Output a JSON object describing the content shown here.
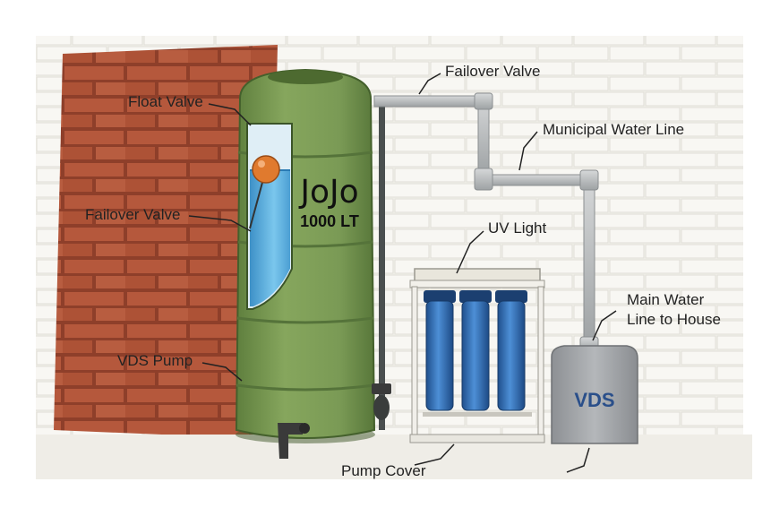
{
  "tank": {
    "brand": "JoJo",
    "capacity": "1000 LT"
  },
  "vds_unit": {
    "label": "VDS"
  },
  "callouts": {
    "float_valve": "Float Valve",
    "failover_valve_tank": "Failover Valve",
    "vds_pump": "VDS Pump",
    "failover_valve_top": "Failover Valve",
    "municipal_water_line": "Municipal Water Line",
    "uv_light": "UV Light",
    "main_water_line_1": "Main Water",
    "main_water_line_2": "Line to House",
    "pump_cover": "Pump Cover"
  },
  "colors": {
    "tank_green": "#7a9a55",
    "water_blue": "#4aa6d8",
    "float_orange": "#e07a2e",
    "filter_blue": "#2f6fb8",
    "brick": "#b5583c",
    "vds_grey": "#a9acaf"
  },
  "filters": [
    {
      "name": "filter-1"
    },
    {
      "name": "filter-2"
    },
    {
      "name": "filter-3"
    }
  ]
}
